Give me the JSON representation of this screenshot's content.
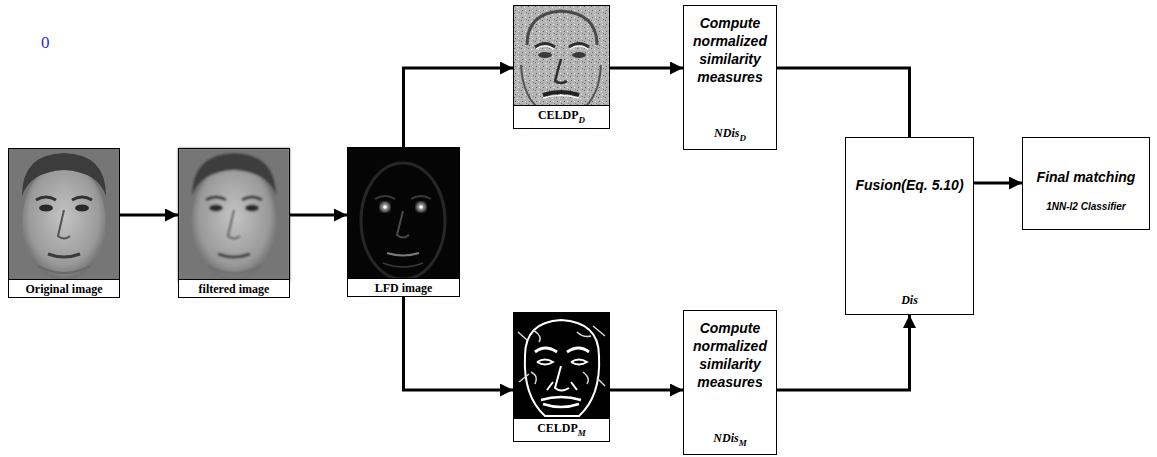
{
  "diagram": {
    "nodes": [
      {
        "text": [
          "Original image"
        ]
      },
      {
        "text": [
          "filtered image"
        ]
      },
      {
        "text": [
          "LFD image"
        ]
      },
      {
        "text": [
          "CELDP",
          "D"
        ]
      },
      {
        "text": [
          "Compute normalized similarity measures",
          "NDis",
          "D"
        ]
      },
      {
        "text": [
          "CELDP",
          "M"
        ]
      },
      {
        "text": [
          "Compute normalized similarity measures",
          "NDis",
          "M"
        ]
      },
      {
        "text": [
          "Fusion(Eq. 5.10)",
          "Dis"
        ]
      },
      {
        "text": [
          "Final matching",
          "1NN-l2 Classifier"
        ]
      }
    ],
    "edges": [
      {
        "from": 0,
        "to": 1,
        "arrow": "to"
      },
      {
        "from": 1,
        "to": 2,
        "arrow": "to"
      },
      {
        "from": 2,
        "to": 3,
        "arrow": "to"
      },
      {
        "from": 3,
        "to": 4,
        "arrow": "to"
      },
      {
        "from": 2,
        "to": 5,
        "arrow": "to"
      },
      {
        "from": 5,
        "to": 6,
        "arrow": "to"
      },
      {
        "from": 4,
        "to": 7,
        "arrow": "none"
      },
      {
        "from": 6,
        "to": 7,
        "arrow": "to"
      },
      {
        "from": 7,
        "to": 8,
        "arrow": "to"
      }
    ],
    "labels": [
      "0"
    ]
  }
}
